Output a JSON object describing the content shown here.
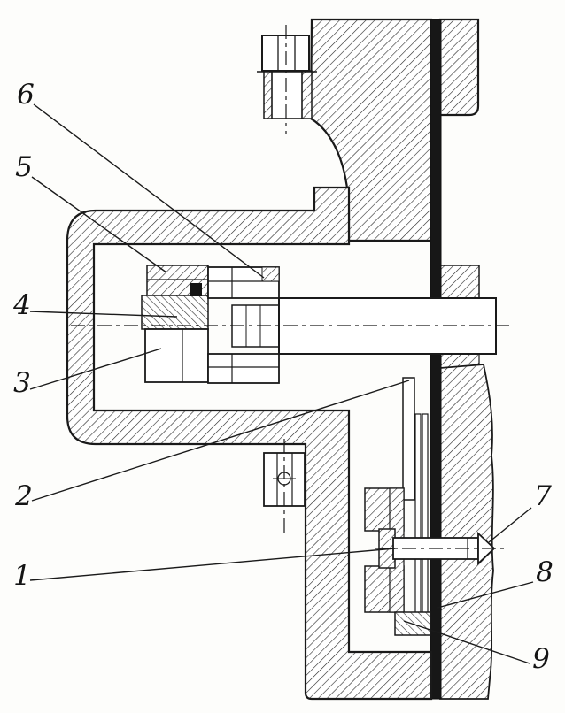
{
  "figure": {
    "kind": "sectional engineering drawing",
    "colors": {
      "ink": "#1a1a1a",
      "paper": "#ffffff",
      "plate": "#171717"
    }
  },
  "callouts": [
    {
      "num": "1"
    },
    {
      "num": "2"
    },
    {
      "num": "3"
    },
    {
      "num": "4"
    },
    {
      "num": "5"
    },
    {
      "num": "6"
    },
    {
      "num": "7"
    },
    {
      "num": "8"
    },
    {
      "num": "9"
    }
  ]
}
